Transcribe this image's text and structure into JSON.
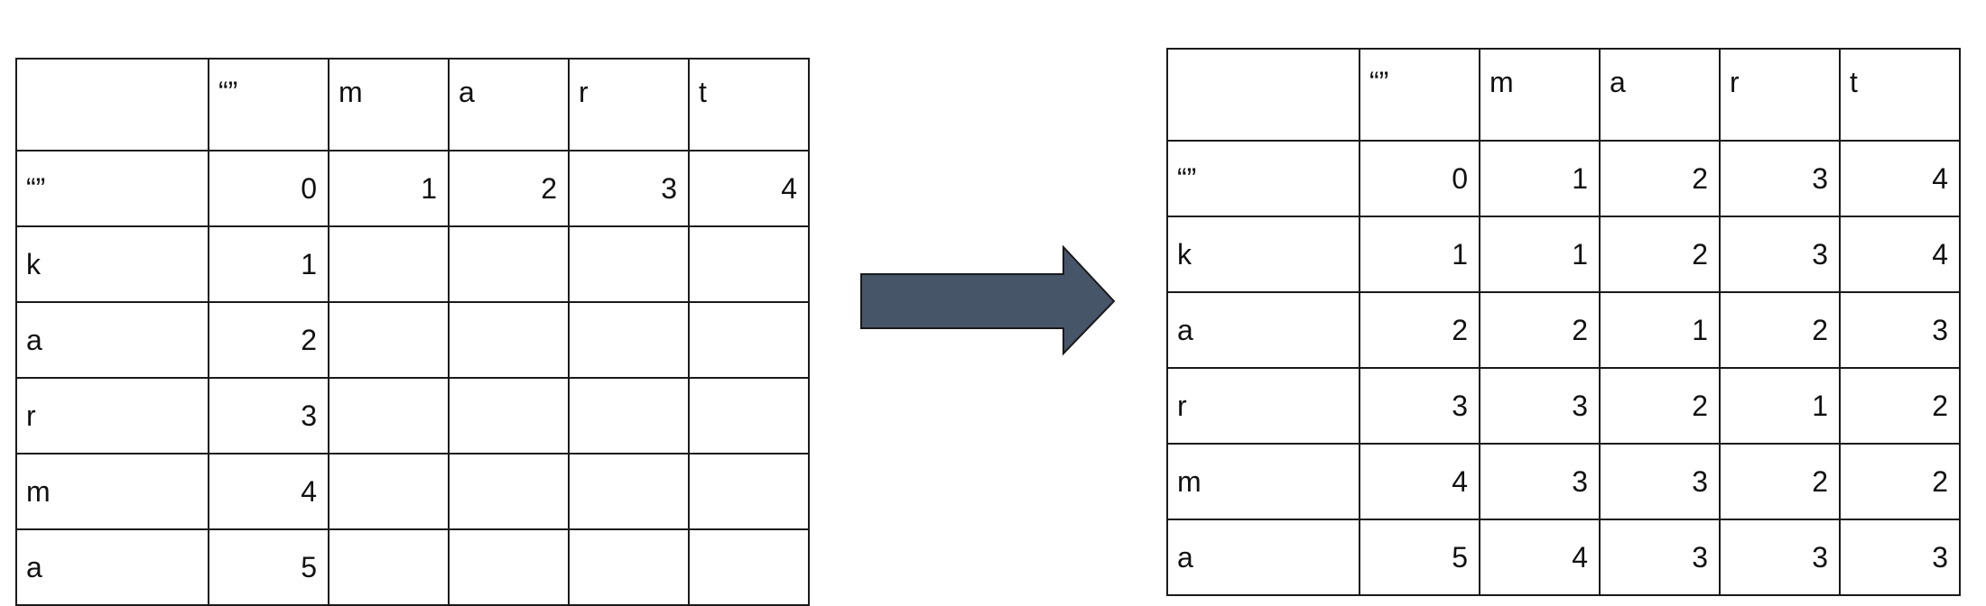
{
  "before": {
    "columns": [
      "",
      "“”",
      "m",
      "a",
      "r",
      "t"
    ],
    "rows": [
      {
        "label": "“”",
        "cells": [
          "0",
          "1",
          "2",
          "3",
          "4"
        ]
      },
      {
        "label": "k",
        "cells": [
          "1",
          "",
          "",
          "",
          ""
        ]
      },
      {
        "label": "a",
        "cells": [
          "2",
          "",
          "",
          "",
          ""
        ]
      },
      {
        "label": "r",
        "cells": [
          "3",
          "",
          "",
          "",
          ""
        ]
      },
      {
        "label": "m",
        "cells": [
          "4",
          "",
          "",
          "",
          ""
        ]
      },
      {
        "label": "a",
        "cells": [
          "5",
          "",
          "",
          "",
          ""
        ]
      }
    ]
  },
  "after": {
    "columns": [
      "",
      "“”",
      "m",
      "a",
      "r",
      "t"
    ],
    "rows": [
      {
        "label": "“”",
        "cells": [
          "0",
          "1",
          "2",
          "3",
          "4"
        ]
      },
      {
        "label": "k",
        "cells": [
          "1",
          "1",
          "2",
          "3",
          "4"
        ]
      },
      {
        "label": "a",
        "cells": [
          "2",
          "2",
          "1",
          "2",
          "3"
        ]
      },
      {
        "label": "r",
        "cells": [
          "3",
          "3",
          "2",
          "1",
          "2"
        ]
      },
      {
        "label": "m",
        "cells": [
          "4",
          "3",
          "3",
          "2",
          "2"
        ]
      },
      {
        "label": "a",
        "cells": [
          "5",
          "4",
          "3",
          "3",
          "3"
        ]
      }
    ]
  },
  "colors": {
    "arrow_fill": "#475569",
    "grid_line": "#1a1a1a"
  },
  "icons": {
    "transition_arrow": "right-arrow-icon"
  }
}
